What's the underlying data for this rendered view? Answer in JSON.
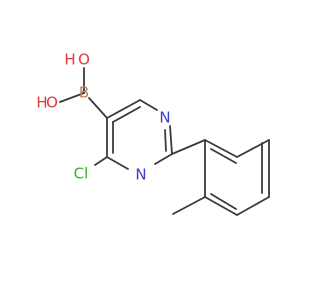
{
  "molecule": {
    "atoms": {
      "O_top": "O",
      "H_top": "H",
      "O_bottom": "O",
      "H_bottom": "H",
      "B": "B",
      "N_top": "N",
      "N_bottom": "N",
      "Cl": "Cl"
    }
  },
  "colors": {
    "bond": "#3a3a3a",
    "oxygen": "#e03a3a",
    "boron": "#c07a5a",
    "nitrogen": "#3340cc",
    "chlorine": "#2db52d"
  }
}
